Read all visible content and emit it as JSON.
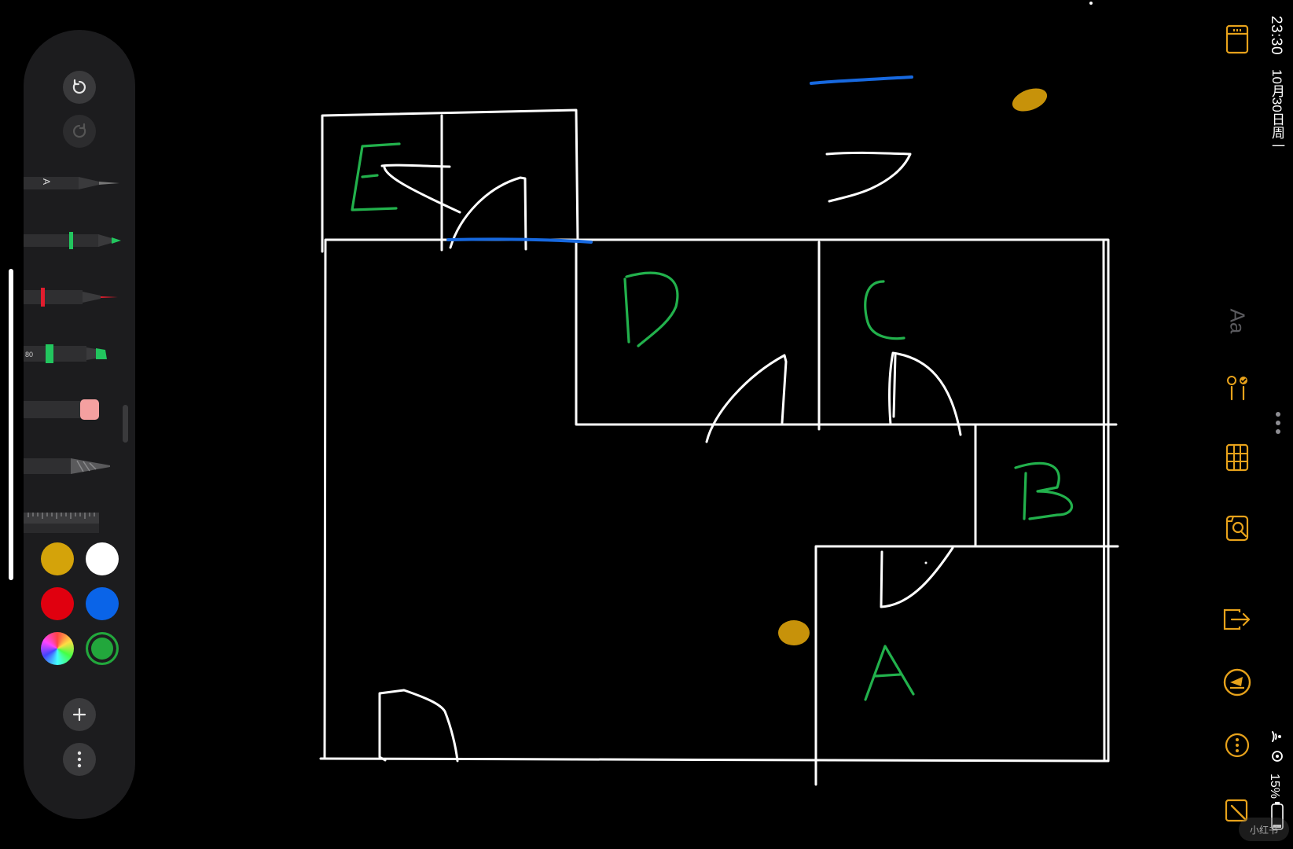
{
  "status_bar": {
    "time": "23:30",
    "date": "10月30日周一",
    "battery": "15%"
  },
  "palette": {
    "undo_icon": "undo-arrow",
    "redo_icon": "redo-arrow",
    "tools": [
      {
        "name": "pen-A",
        "label": "A"
      },
      {
        "name": "pen",
        "accent": "#22c55e"
      },
      {
        "name": "fineliner",
        "accent": "#e11d2e"
      },
      {
        "name": "marker",
        "label": "80",
        "accent": "#22c55e"
      },
      {
        "name": "eraser",
        "accent": "#f4a0a0"
      },
      {
        "name": "lasso"
      },
      {
        "name": "ruler"
      }
    ],
    "swatches": [
      "#d4a30a",
      "#ffffff",
      "#e0000f",
      "#0a64e8",
      "rainbow",
      "#22a73c"
    ],
    "selected_swatch": "#22a73c"
  },
  "canvas": {
    "room_labels": [
      "E",
      "D",
      "C",
      "B",
      "A"
    ],
    "colors": {
      "walls": "#ffffff",
      "labels": "#22b14c",
      "blue": "#1769e0",
      "gold": "#c7920a"
    }
  },
  "right_toolbar": {
    "icons": [
      "sidebar-icon",
      "text-style-icon",
      "checklist-icon",
      "table-icon",
      "camera-icon",
      "share-icon",
      "markup-icon",
      "more-icon",
      "compose-icon"
    ],
    "text_style_label": "Aa",
    "accent": "#e7a21b"
  },
  "watermark": "小红书"
}
